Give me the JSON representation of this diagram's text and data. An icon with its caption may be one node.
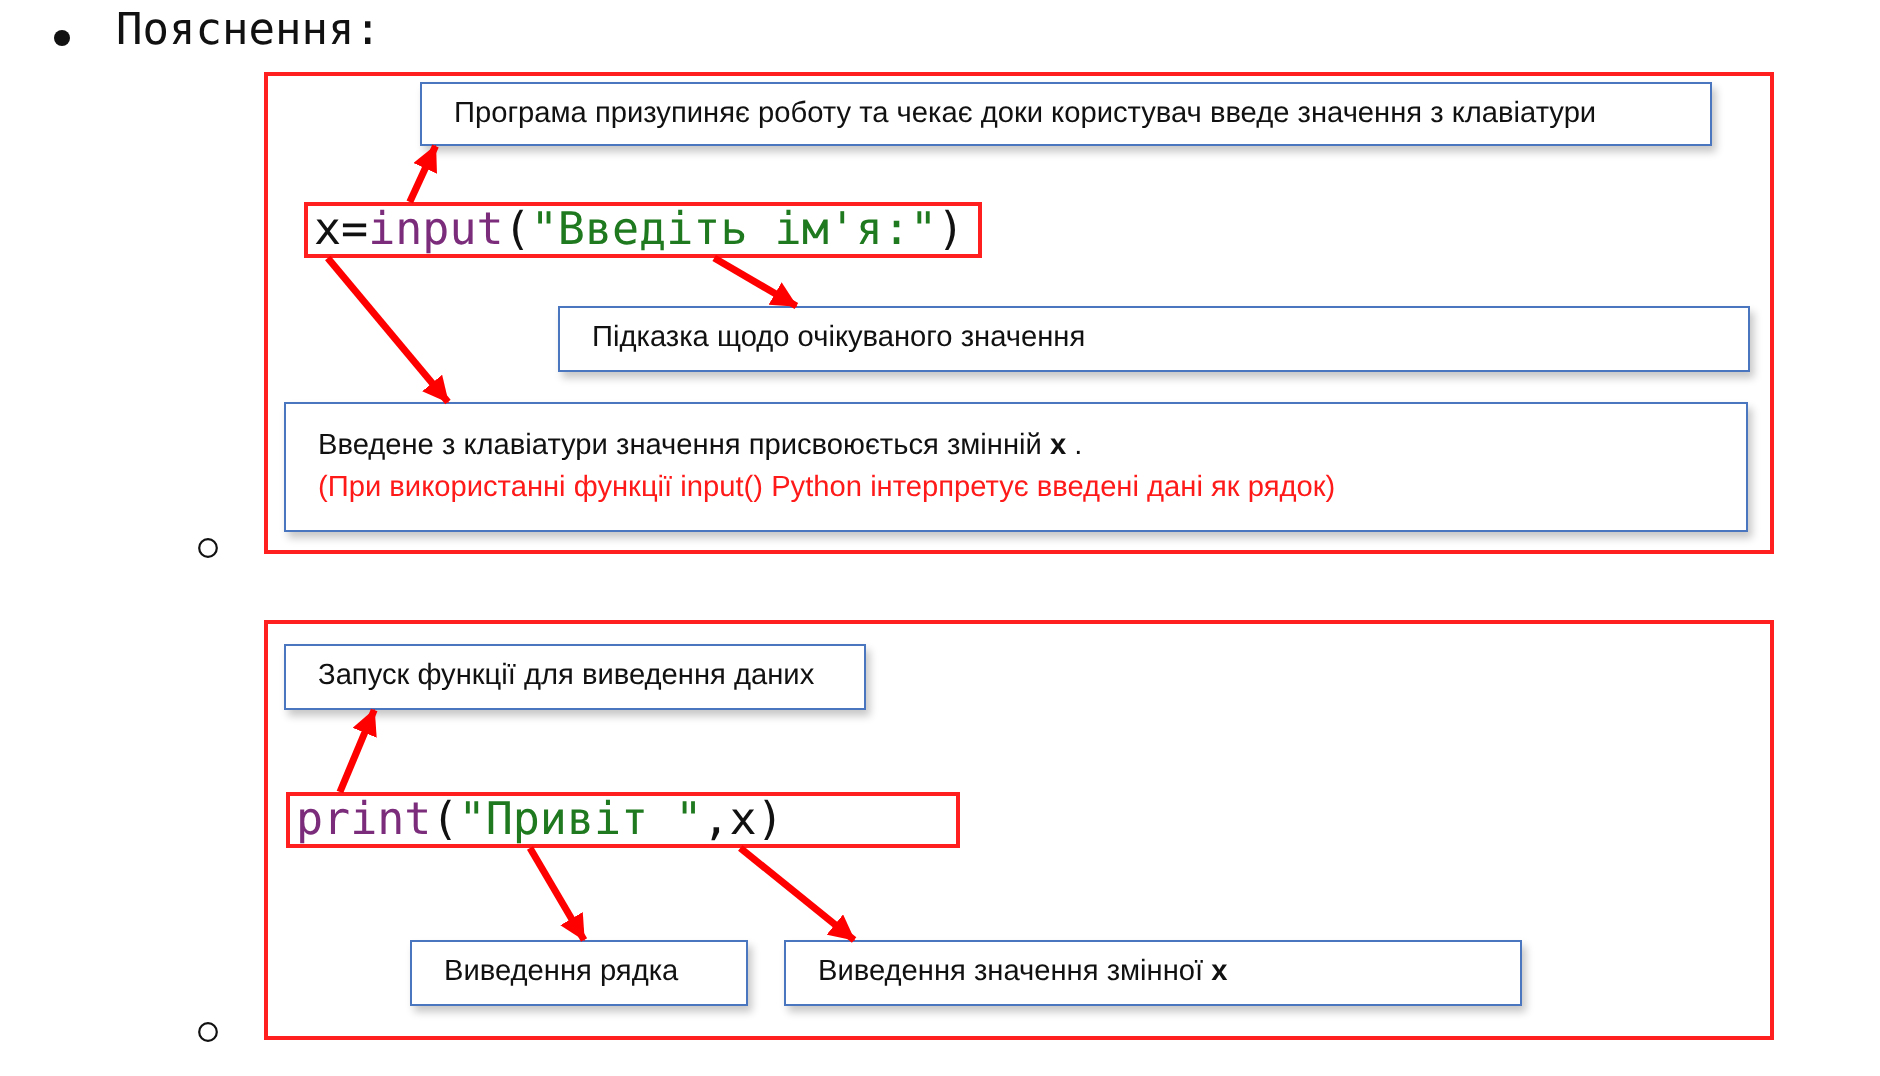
{
  "diagram": {
    "title": "Пояснення:",
    "nodes": [
      {
        "text": [],
        "shape": "box"
      },
      {
        "text": [
          "Програма призупиняє роботу та чекає доки користувач введе значення з клавіатури"
        ],
        "in": 0
      },
      {
        "text": [
          "x=input(\"Введіть ім'я:\")"
        ],
        "in": 0
      },
      {
        "text": [
          "Підказка щодо очікуваного значення"
        ],
        "in": 0
      },
      {
        "text": [
          "Введене з клавіатури значення присвоюється змінній **x** .",
          "(При використанні функції input() Python інтерпретує введені дані як рядок)"
        ],
        "in": 0
      },
      {
        "text": [],
        "shape": "box"
      },
      {
        "text": [
          "Запуск функції для виведення даних"
        ],
        "in": 5
      },
      {
        "text": [
          "print(\"Привіт \",x)"
        ],
        "in": 5
      },
      {
        "text": [
          "Виведення рядка"
        ],
        "in": 5
      },
      {
        "text": [
          "Виведення значення змінної **x**"
        ],
        "in": 5
      }
    ],
    "edges": [
      {
        "from": 2,
        "to": 1,
        "arrow": "to"
      },
      {
        "from": 2,
        "to": 3,
        "arrow": "to"
      },
      {
        "from": 2,
        "to": 4,
        "arrow": "to"
      },
      {
        "from": 7,
        "to": 6,
        "arrow": "to"
      },
      {
        "from": 7,
        "to": 8,
        "arrow": "to"
      },
      {
        "from": 7,
        "to": 9,
        "arrow": "to"
      }
    ]
  }
}
